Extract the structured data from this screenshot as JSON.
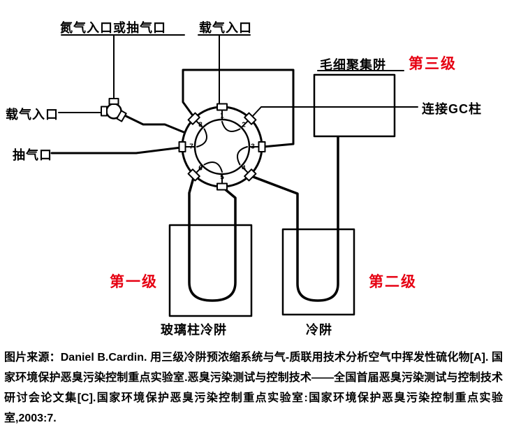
{
  "diagram": {
    "labels": {
      "nitrogen_inlet": "氮气入口或抽气口",
      "carrier_inlet_top": "载气入口",
      "carrier_inlet_left": "载气入口",
      "pump_port": "抽气口",
      "capillary_trap": "毛细聚集阱",
      "stage3": "第三级",
      "gc_column": "连接GC柱",
      "stage1": "第一级",
      "stage2": "第二级",
      "glass_column_trap": "玻璃柱冷阱",
      "cold_trap": "冷阱"
    },
    "valve_port_numbers": [
      "1",
      "2",
      "3",
      "4",
      "5",
      "6",
      "7",
      "8"
    ],
    "colors": {
      "stage_label": "#e60012",
      "line": "#000000",
      "background": "#ffffff"
    }
  },
  "caption": {
    "text": "图片来源：Daniel B.Cardin. 用三级冷阱预浓缩系统与气-质联用技术分析空气中挥发性硫化物[A]. 国家环境保护恶臭污染控制重点实验室.恶臭污染测试与控制技术——全国首届恶臭污染测试与控制技术研讨会论文集[C].国家环境保护恶臭污染控制重点实验室:国家环境保护恶臭污染控制重点实验室,2003:7."
  }
}
